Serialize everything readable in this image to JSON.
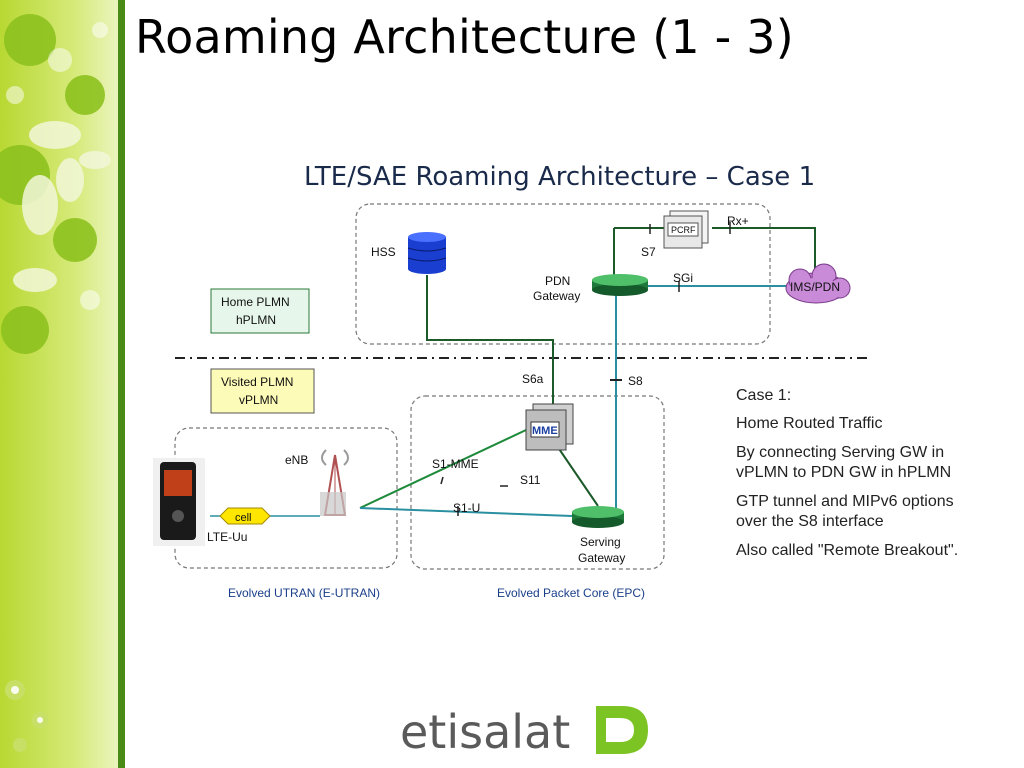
{
  "slide": {
    "title": "Roaming Architecture (1 - 3)"
  },
  "diagram": {
    "title": "LTE/SAE Roaming Architecture – Case 1",
    "nodes": {
      "hss": "HSS",
      "pcrf": "PCRF",
      "rx": "Rx+",
      "s7": "S7",
      "pdn_gateway_1": "PDN",
      "pdn_gateway_2": "Gateway",
      "sgi": "SGi",
      "ims_pdn": "IMS/PDN",
      "home_plmn_1": "Home PLMN",
      "home_plmn_2": "hPLMN",
      "visited_plmn_1": "Visited PLMN",
      "visited_plmn_2": "vPLMN",
      "s6a": "S6a",
      "s8": "S8",
      "mme": "MME",
      "enb": "eNB",
      "s1_mme": "S1-MME",
      "s11": "S11",
      "s1_u": "S1-U",
      "cell": "cell",
      "lte_uu": "LTE-Uu",
      "serving_gateway_1": "Serving",
      "serving_gateway_2": "Gateway",
      "eutran": "Evolved UTRAN (E-UTRAN)",
      "epc": "Evolved Packet Core (EPC)"
    }
  },
  "case": {
    "heading": "Case 1:",
    "subheading": "Home Routed Traffic",
    "para1": "By connecting Serving GW in vPLMN to PDN GW in hPLMN",
    "para2": "GTP tunnel and MIPv6 options over the S8 interface",
    "para3": "Also called \"Remote Breakout\"."
  },
  "footer": {
    "logo_text": "etisalat"
  }
}
